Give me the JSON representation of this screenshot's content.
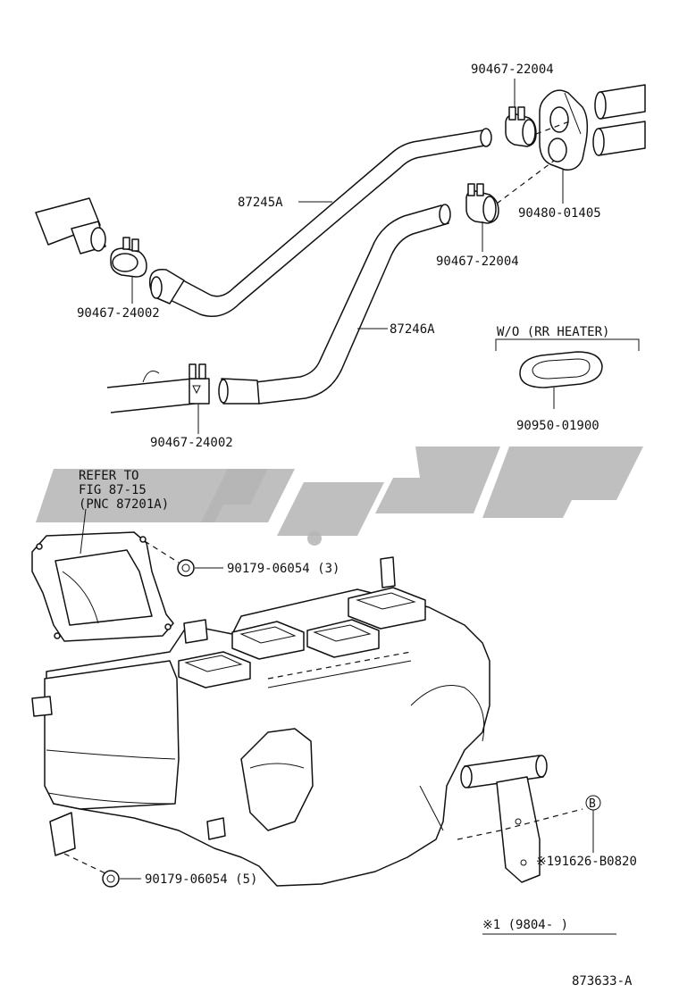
{
  "labels": {
    "clamp_top": "90467-22004",
    "grommet": "90480-01405",
    "clamp_mid": "90467-22004",
    "hose_upper": "87245A",
    "hose_lower": "87246A",
    "clamp_left_upper": "90467-24002",
    "clamp_left_lower": "90467-24002",
    "rr_heater_header": "W/O (RR HEATER)",
    "plug": "90950-01900",
    "refer_line1": "REFER TO",
    "refer_line2": "FIG 87-15",
    "refer_line3": "(PNC 87201A)",
    "nut_upper": "90179-06054 (3)",
    "nut_lower": "90179-06054 (5)",
    "bolt": "※191626-B0820",
    "bolt_marker": "B",
    "footnote": "※1 (9804-        )",
    "figure_code": "873633-A"
  },
  "colors": {
    "line": "#111111",
    "watermark": "#b4b4b4",
    "background": "#ffffff"
  }
}
